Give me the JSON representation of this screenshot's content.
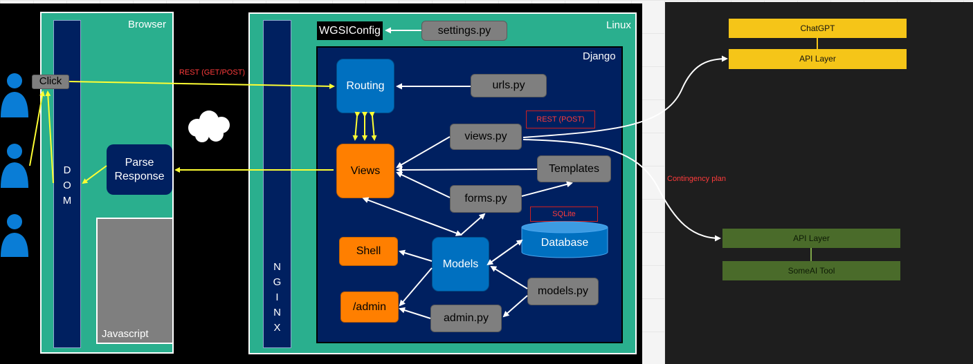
{
  "colors": {
    "canvas_dark": "#000000",
    "teal": "#2aaf8e",
    "navy": "#002060",
    "blue": "#0070c0",
    "orange": "#ff7f00",
    "gray": "#7f7f7f",
    "yellow_arrow": "#ffff33",
    "right_panel": "#1e1e1e",
    "chatgpt_yellow": "#f5c518",
    "green_box": "#4a6b2a",
    "red_text": "#ff3b3b"
  },
  "browser": {
    "title": "Browser",
    "dom_letters": [
      "D",
      "O",
      "M"
    ],
    "click_label": "Click",
    "parse_response": "Parse\nResponse",
    "javascript": "Javascript"
  },
  "network": {
    "rest_get_post": "REST (GET/POST)",
    "cloud_icon": "cloud-icon"
  },
  "linux": {
    "title": "Linux",
    "nginx_letters": [
      "N",
      "G",
      "I",
      "N",
      "X"
    ],
    "wgsi_config": "WGSIConfig",
    "settings_py": "settings.py"
  },
  "django": {
    "title": "Django",
    "routing": "Routing",
    "urls_py": "urls.py",
    "views": "Views",
    "views_py": "views.py",
    "rest_post": "REST (POST)",
    "templates": "Templates",
    "forms_py": "forms.py",
    "sqlite": "SQLite",
    "database": "Database",
    "shell": "Shell",
    "models": "Models",
    "admin": "/admin",
    "admin_py": "admin.py",
    "models_py": "models.py"
  },
  "right_panel": {
    "chatgpt": "ChatGPT",
    "api_layer_top": "API Layer",
    "contingency": "Contingency plan",
    "api_layer_bottom": "API Layer",
    "someai_tool": "SomeAI Tool"
  },
  "users": [
    "user-icon",
    "user-icon",
    "user-icon"
  ]
}
